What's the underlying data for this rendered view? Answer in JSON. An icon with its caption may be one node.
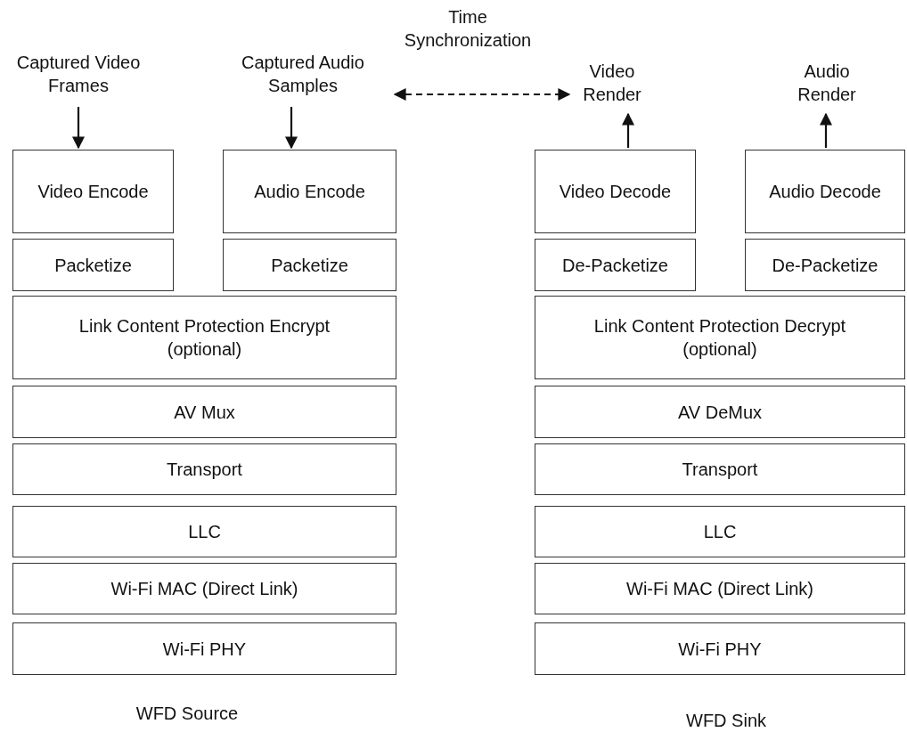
{
  "diagram": {
    "nodes": [
      {
        "text": [
          "Captured Video Frames"
        ]
      },
      {
        "text": [
          "Captured Audio Samples"
        ]
      },
      {
        "text": [
          "Video Encode"
        ]
      },
      {
        "text": [
          "Audio Encode"
        ]
      },
      {
        "text": [
          "Packetize"
        ]
      },
      {
        "text": [
          "Packetize"
        ]
      },
      {
        "text": [
          "Link Content Protection Encrypt (optional)"
        ]
      },
      {
        "text": [
          "AV Mux"
        ]
      },
      {
        "text": [
          "Transport"
        ]
      },
      {
        "text": [
          "LLC"
        ]
      },
      {
        "text": [
          "Wi-Fi MAC (Direct Link)"
        ]
      },
      {
        "text": [
          "Wi-Fi PHY"
        ]
      },
      {
        "text": [
          "Video Render"
        ]
      },
      {
        "text": [
          "Audio Render"
        ]
      },
      {
        "text": [
          "Video Decode"
        ]
      },
      {
        "text": [
          "Audio Decode"
        ]
      },
      {
        "text": [
          "De-Packetize"
        ]
      },
      {
        "text": [
          "De-Packetize"
        ]
      },
      {
        "text": [
          "Link Content Protection Decrypt (optional)"
        ]
      },
      {
        "text": [
          "AV DeMux"
        ]
      },
      {
        "text": [
          "Transport"
        ]
      },
      {
        "text": [
          "LLC"
        ]
      },
      {
        "text": [
          "Wi-Fi MAC (Direct Link)"
        ]
      },
      {
        "text": [
          "Wi-Fi PHY"
        ]
      }
    ],
    "edges": [
      {
        "from": 0,
        "to": 2,
        "arrow": "to"
      },
      {
        "from": 1,
        "to": 3,
        "arrow": "to"
      },
      {
        "from": 14,
        "to": 12,
        "arrow": "to"
      },
      {
        "from": 15,
        "to": 13,
        "arrow": "to"
      },
      {
        "from": 1,
        "to": 12,
        "arrow": "both",
        "style": "dashed",
        "label": "Time Synchronization"
      }
    ],
    "labels": [
      "WFD Source",
      "WFD Sink"
    ]
  }
}
